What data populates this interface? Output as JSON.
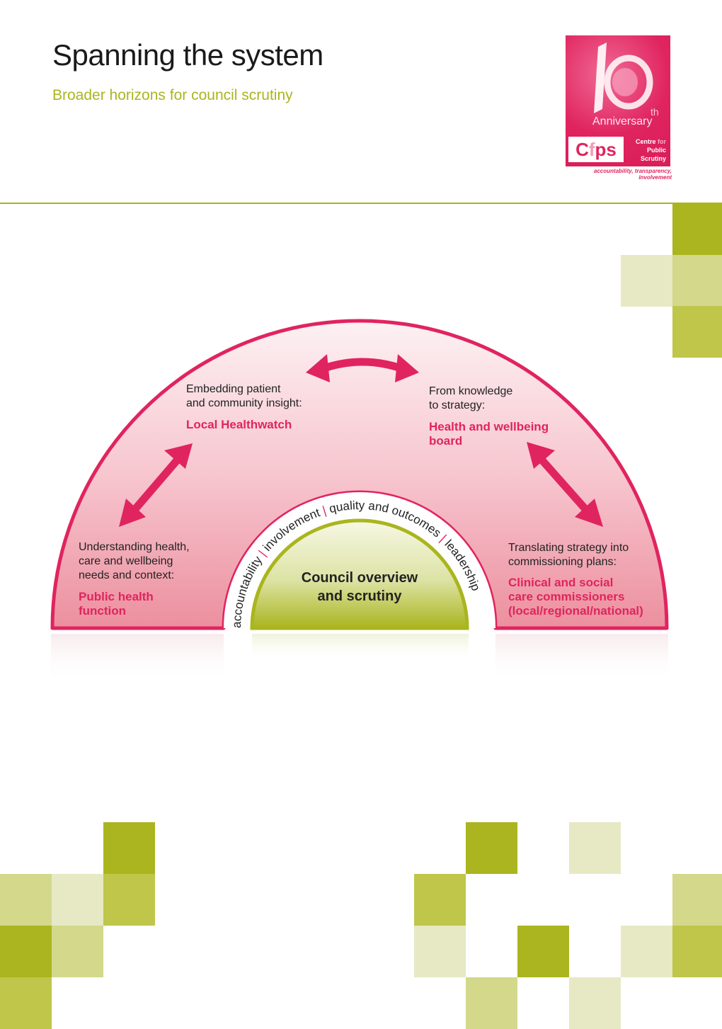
{
  "header": {
    "title": "Spanning the system",
    "subtitle": "Broader horizons for council scrutiny"
  },
  "logo": {
    "th": "th",
    "anniversary": "Anniversary",
    "cfps_c": "C",
    "cfps_f": "f",
    "cfps_ps": "ps",
    "line1": "Centre",
    "line1_for": "for",
    "line2": "Public",
    "line3": "Scrutiny",
    "tagline": "accountability, transparency, involvement",
    "color": "#e0245f"
  },
  "diagram": {
    "top_left": {
      "line1": "Embedding patient",
      "line2": "and community insight:",
      "highlight": "Local Healthwatch"
    },
    "top_right": {
      "line1": "From knowledge",
      "line2": "to strategy:",
      "highlight1": "Health and wellbeing",
      "highlight2": "board"
    },
    "left": {
      "line1": "Understanding health,",
      "line2": "care and wellbeing",
      "line3": "needs and context:",
      "highlight1": "Public health",
      "highlight2": "function"
    },
    "right": {
      "line1": "Translating strategy into",
      "line2": "commissioning plans:",
      "highlight1": "Clinical and social",
      "highlight2": "care commissioners",
      "highlight3": "(local/regional/national)"
    },
    "center": {
      "line1": "Council overview",
      "line2": "and scrutiny"
    },
    "ring_words": [
      "accountability",
      "involvement",
      "quality and outcomes",
      "leadership"
    ],
    "colors": {
      "accent": "#e0245f",
      "green": "#aab51f"
    }
  }
}
